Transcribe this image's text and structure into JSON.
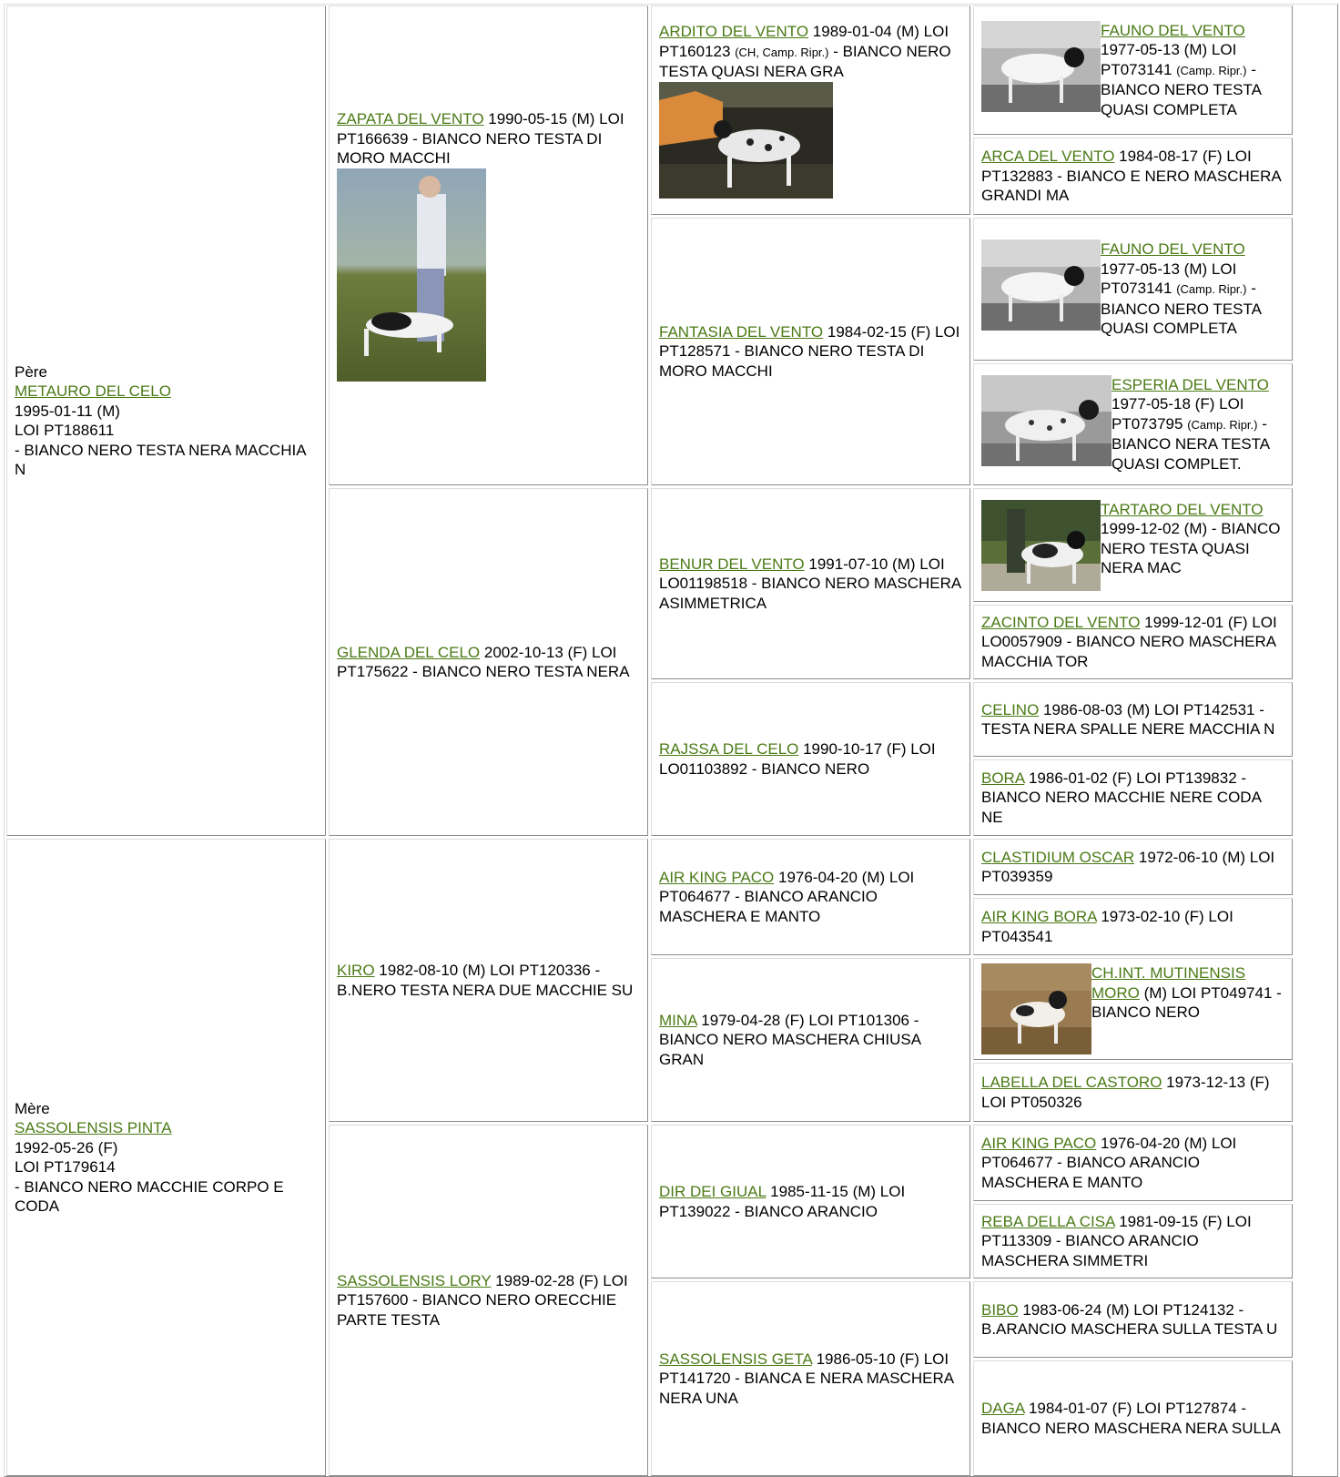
{
  "col1": {
    "sire": {
      "label": "Père",
      "name": "METAURO DEL CELO",
      "dob": "1995-01-11 (M)",
      "reg": "LOI PT188611",
      "desc": "- BIANCO NERO TESTA NERA MACCHIA N"
    },
    "dam": {
      "label": "Mère",
      "name": "SASSOLENSIS PINTA",
      "dob": "1992-05-26 (F)",
      "reg": "LOI PT179614",
      "desc": "- BIANCO NERO MACCHIE CORPO E CODA"
    }
  },
  "col2": [
    {
      "name": "ZAPATA DEL VENTO",
      "text": " 1990-05-15 (M) LOI PT166639 - BIANCO NERO TESTA DI MORO MACCHI"
    },
    {
      "name": "GLENDA DEL CELO",
      "text": " 2002-10-13 (F) LOI PT175622 - BIANCO NERO TESTA NERA"
    },
    {
      "name": "KIRO",
      "text": " 1982-08-10 (M) LOI PT120336 - B.NERO TESTA NERA DUE MACCHIE SU"
    },
    {
      "name": "SASSOLENSIS LORY",
      "text": " 1989-02-28 (F) LOI PT157600 - BIANCO NERO ORECCHIE PARTE TESTA"
    }
  ],
  "col3": [
    {
      "name": "ARDITO DEL VENTO",
      "pre": " 1989-01-04 (M) LOI PT160123 ",
      "small": "(CH, Camp. Ripr.)",
      "post": " - BIANCO NERO TESTA QUASI NERA GRA"
    },
    {
      "name": "FANTASIA DEL VENTO",
      "text": " 1984-02-15 (F) LOI PT128571 - BIANCO NERO TESTA DI MORO MACCHI"
    },
    {
      "name": "BENUR DEL VENTO",
      "text": " 1991-07-10 (M) LOI LO01198518 - BIANCO NERO MASCHERA ASIMMETRICA"
    },
    {
      "name": "RAJSSA DEL CELO",
      "text": " 1990-10-17 (F) LOI LO01103892 - BIANCO NERO"
    },
    {
      "name": "AIR KING PACO",
      "text": " 1976-04-20 (M) LOI PT064677 - BIANCO ARANCIO MASCHERA E MANTO"
    },
    {
      "name": "MINA",
      "text": " 1979-04-28 (F) LOI PT101306 - BIANCO NERO MASCHERA CHIUSA GRAN"
    },
    {
      "name": "DIR DEI GIUAL",
      "text": " 1985-11-15 (M) LOI PT139022 - BIANCO ARANCIO"
    },
    {
      "name": "SASSOLENSIS GETA",
      "text": " 1986-05-10 (F) LOI PT141720 - BIANCA E NERA MASCHERA NERA UNA"
    }
  ],
  "col4": [
    {
      "name": "FAUNO DEL VENTO",
      "pre": " 1977-05-13 (M) LOI PT073141 ",
      "small": "(Camp. Ripr.)",
      "post": " - BIANCO NERO TESTA QUASI COMPLETA"
    },
    {
      "name": "ARCA DEL VENTO",
      "text": " 1984-08-17 (F) LOI PT132883 - BIANCO E NERO MASCHERA GRANDI MA"
    },
    {
      "name": "FAUNO DEL VENTO",
      "pre": " 1977-05-13 (M) LOI PT073141 ",
      "small": "(Camp. Ripr.)",
      "post": " - BIANCO NERO TESTA QUASI COMPLETA"
    },
    {
      "name": "ESPERIA DEL VENTO",
      "pre": " 1977-05-18 (F) LOI PT073795 ",
      "small": "(Camp. Ripr.)",
      "post": " - BIANCO NERA TESTA QUASI COMPLET."
    },
    {
      "name": "TARTARO DEL VENTO",
      "text": " 1999-12-02 (M) - BIANCO NERO TESTA QUASI NERA MAC"
    },
    {
      "name": "ZACINTO DEL VENTO",
      "text": " 1999-12-01 (F) LOI LO0057909 - BIANCO NERO MASCHERA MACCHIA TOR"
    },
    {
      "name": "CELINO",
      "text": " 1986-08-03 (M) LOI PT142531 - TESTA NERA SPALLE NERE MACCHIA N"
    },
    {
      "name": "BORA",
      "text": " 1986-01-02 (F) LOI PT139832 - BIANCO NERO MACCHIE NERE CODA NE"
    },
    {
      "name": "CLASTIDIUM OSCAR",
      "text": " 1972-06-10 (M) LOI PT039359"
    },
    {
      "name": "AIR KING BORA",
      "text": " 1973-02-10 (F) LOI PT043541"
    },
    {
      "name": "CH.INT. MUTINENSIS MORO",
      "text": " (M) LOI PT049741 - BIANCO NERO"
    },
    {
      "name": "LABELLA DEL CASTORO",
      "text": " 1973-12-13 (F) LOI PT050326"
    },
    {
      "name": "AIR KING PACO",
      "text": " 1976-04-20 (M) LOI PT064677 - BIANCO ARANCIO MASCHERA E MANTO"
    },
    {
      "name": "REBA DELLA CISA",
      "text": " 1981-09-15 (F) LOI PT113309 - BIANCO ARANCIO MASCHERA SIMMETRI"
    },
    {
      "name": "BIBO",
      "text": " 1983-06-24 (M) LOI PT124132 - B.ARANCIO MASCHERA SULLA TESTA U"
    },
    {
      "name": "DAGA",
      "text": " 1984-01-07 (F) LOI PT127874 - BIANCO NERO MASCHERA NERA SULLA"
    }
  ],
  "colors": {
    "link": "#4a7a15",
    "border_light": "#dcdcdc",
    "border_dark": "#8c8c8c"
  }
}
